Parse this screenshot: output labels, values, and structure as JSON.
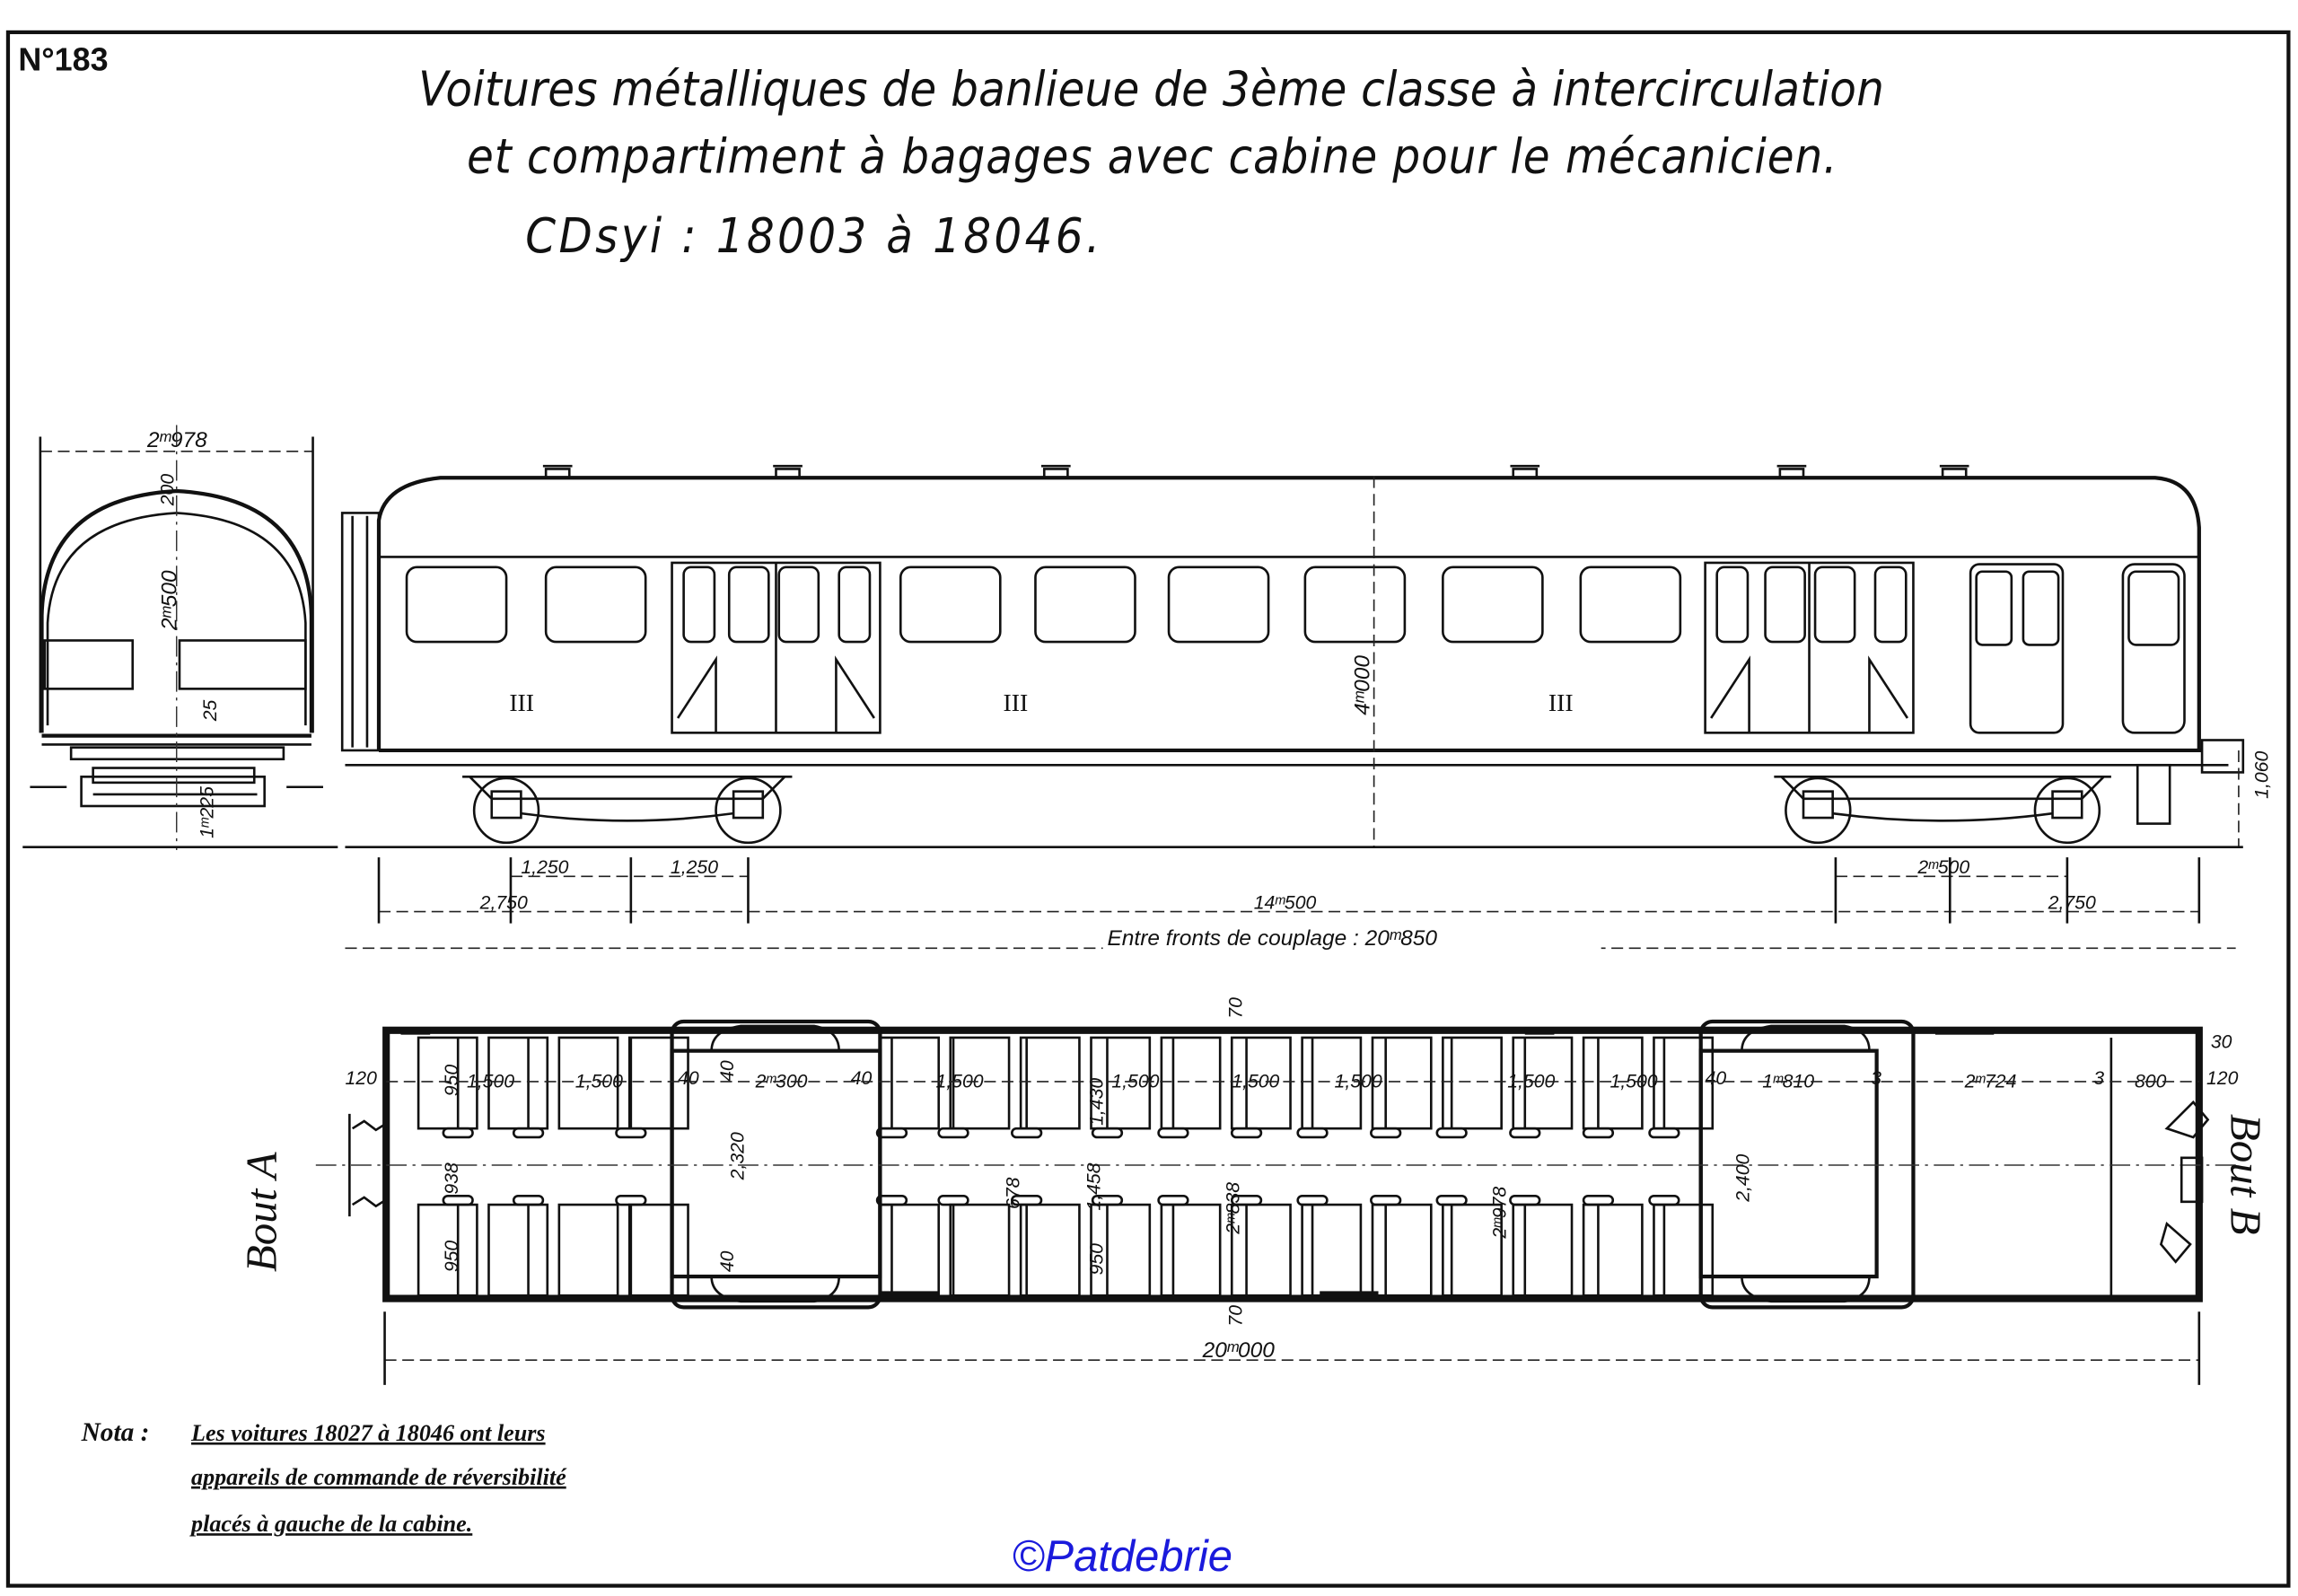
{
  "sheet_number": "N°183",
  "title": {
    "line1": "Voitures métalliques de banlieue de 3ème classe à intercirculation",
    "line2": "et compartiment à bagages avec cabine pour le mécanicien.",
    "line3": "CDsyi : 18003 à 18046."
  },
  "end_view": {
    "width": "2ᵐ978",
    "roof": "200",
    "height": "2ᵐ500",
    "floor": "25",
    "floor_height": "1ᵐ225"
  },
  "side_view": {
    "class_marks": [
      "III",
      "III",
      "III"
    ],
    "height": "4ᵐ000",
    "buffer_height": "1,060",
    "dims": {
      "axle_a1": "1,250",
      "axle_a2": "1,250",
      "bogie_b": "2ᵐ500",
      "overhang_a": "2,750",
      "bogie_centres": "14ᵐ500",
      "overhang_b": "2,750",
      "coupling_length": "Entre fronts de couplage : 20ᵐ850"
    }
  },
  "plan_view": {
    "end_a": "Bout A",
    "end_b": "Bout B",
    "total_length": "20ᵐ000",
    "dims": {
      "end_wall_a": "120",
      "seat_top": "950",
      "aisle": "938",
      "seat_bottom": "950",
      "comp1": "1,500",
      "comp2": "1,500",
      "vest_a_l": "40",
      "vest_a_top": "40",
      "vest_a_len": "2ᵐ300",
      "vest_a_r": "40",
      "vest_a_width": "2,320",
      "vest_a_bottom": "40",
      "comp3": "1,500",
      "comp4": "1,500",
      "comp5": "1,500",
      "comp6": "1,500",
      "comp7": "1,500",
      "comp8": "1,500",
      "seat_depth": "1,430",
      "seat_gap": "678",
      "seat_pitch": "1,458",
      "seat_bottom2": "950",
      "inner_width": "2ᵐ838",
      "wall_top": "70",
      "wall_bottom": "70",
      "outer_width": "2ᵐ978",
      "vest_b_l": "40",
      "vest_b_len": "1ᵐ810",
      "part1": "3",
      "baggage": "2ᵐ724",
      "part2": "3",
      "cab": "800",
      "end_wall_b": "120",
      "end_b_top": "30",
      "vest_b_width": "2,400"
    }
  },
  "note": {
    "label": "Nota :",
    "line1": "Les voitures 18027 à 18046 ont leurs",
    "line2": "appareils de commande de réversibilité",
    "line3": "placés à gauche de la cabine."
  },
  "watermark": "©Patdebrie"
}
